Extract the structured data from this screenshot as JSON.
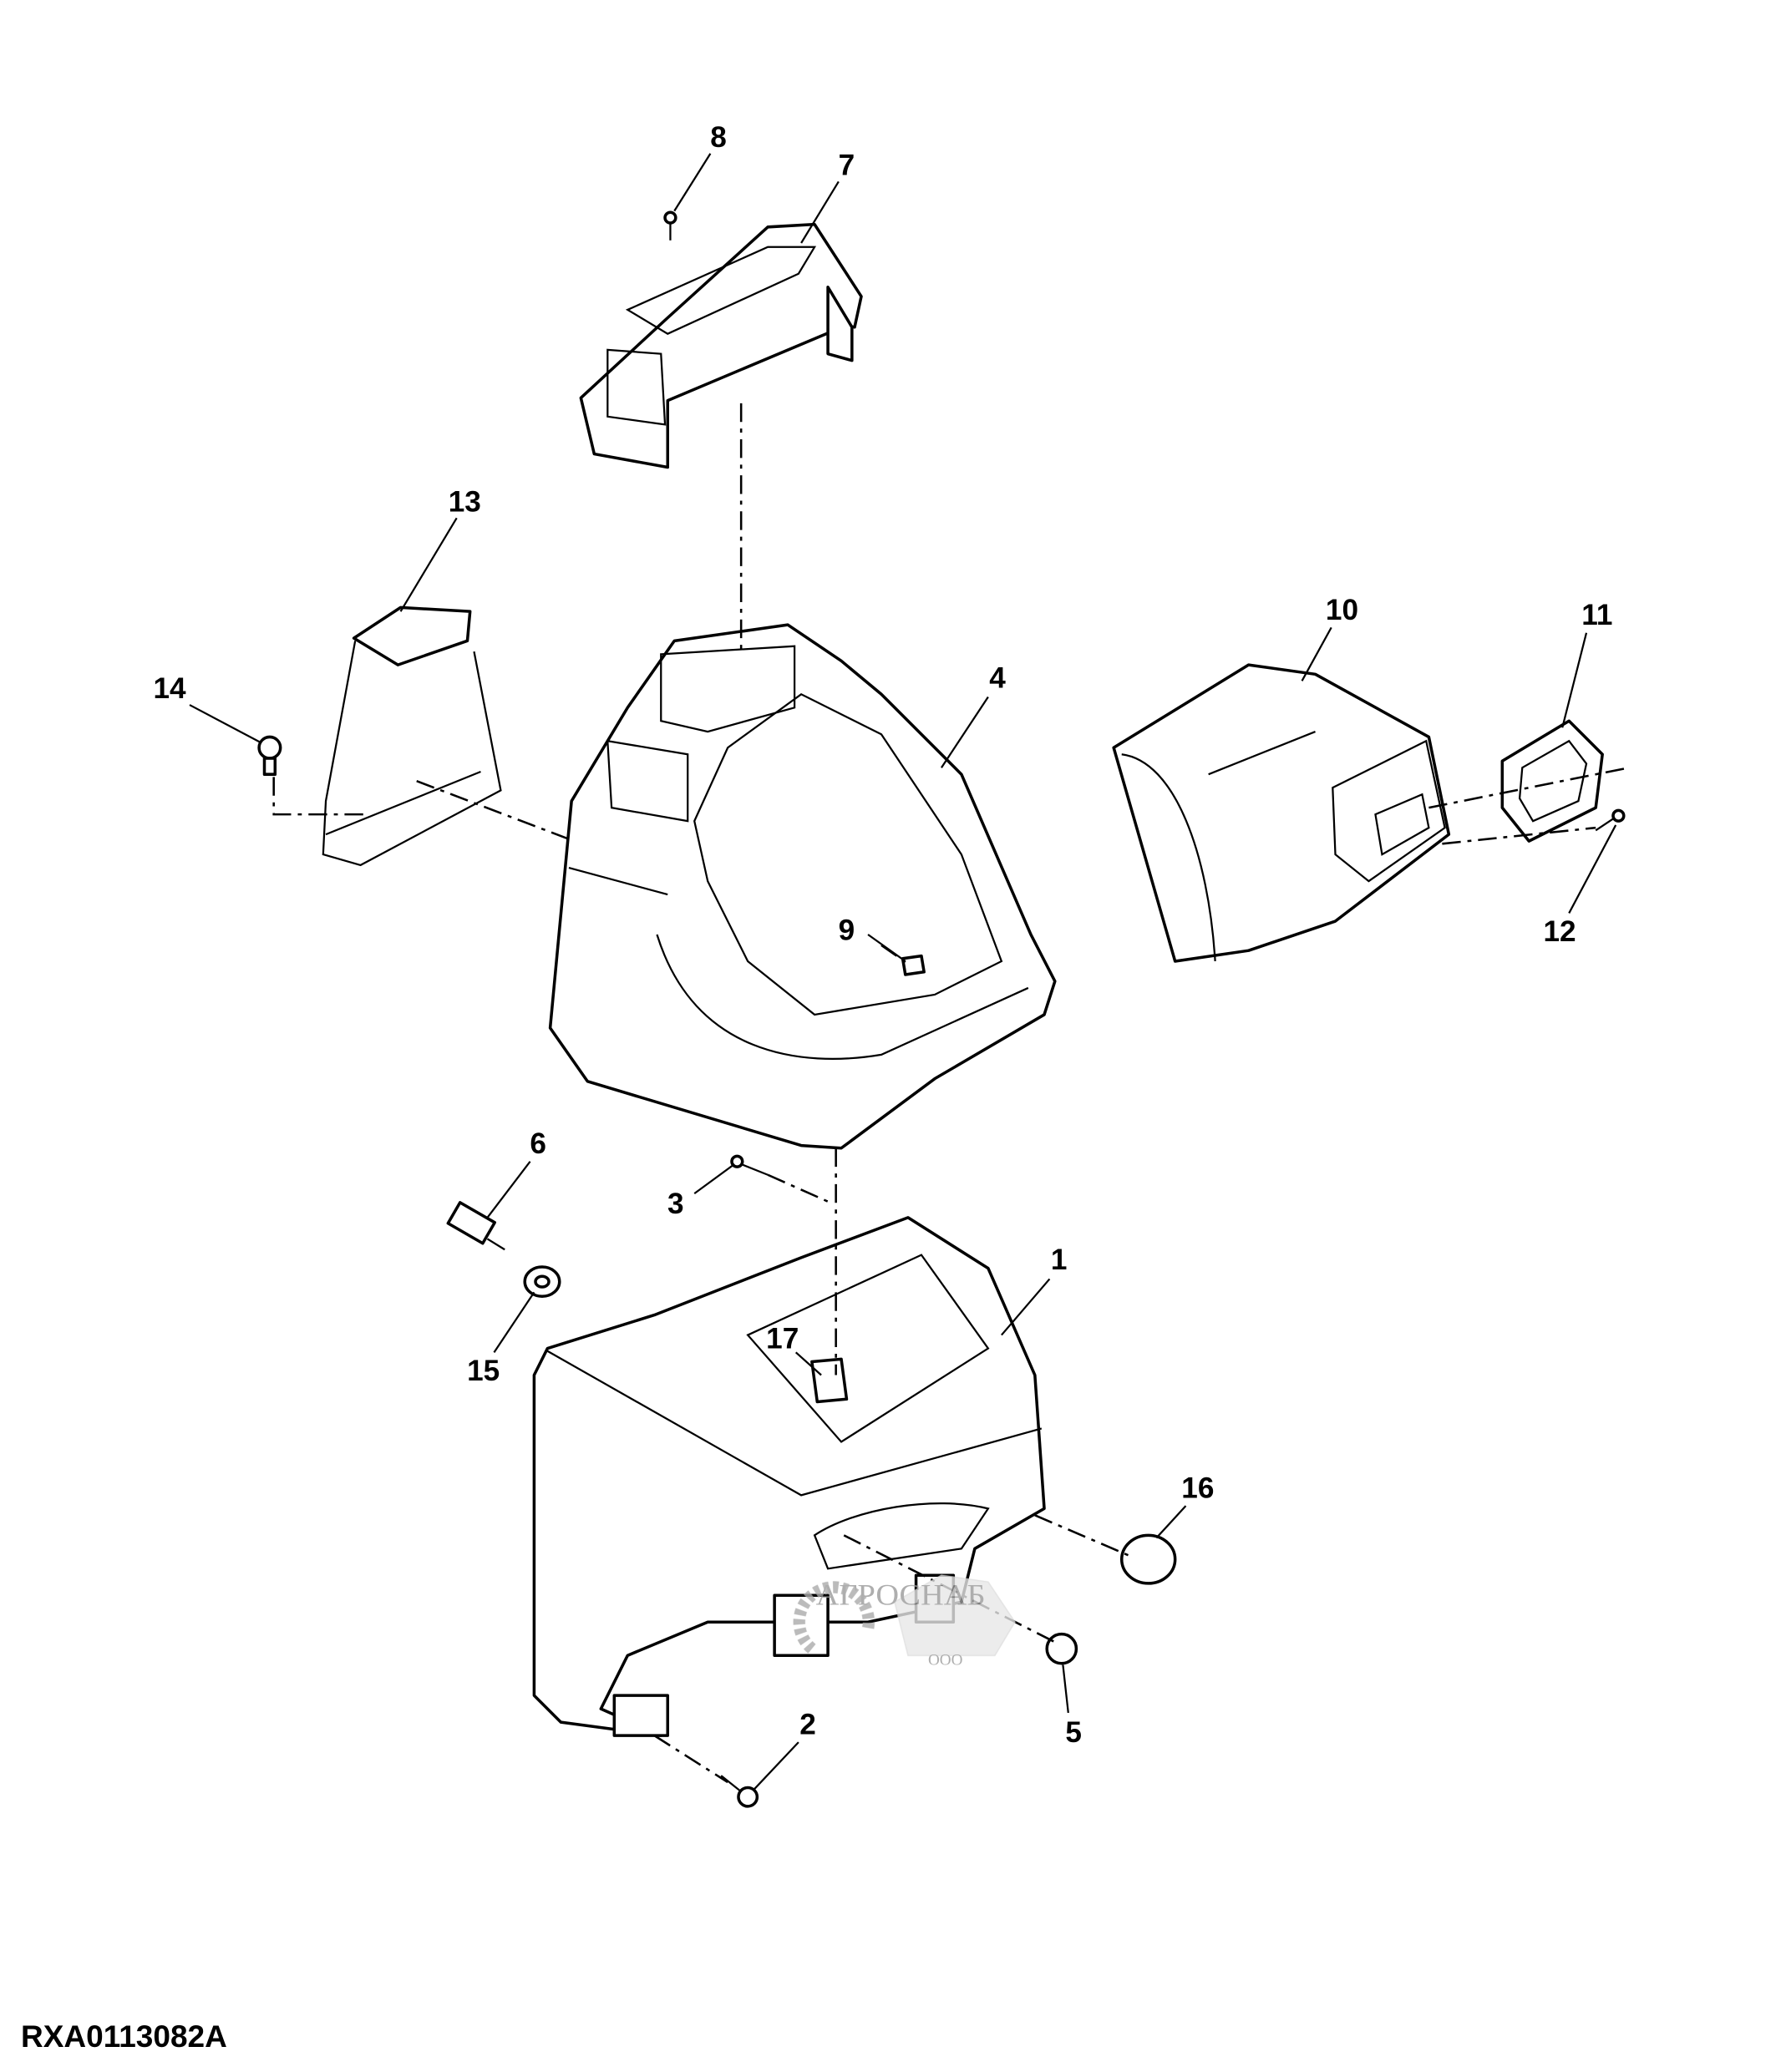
{
  "figure_code": "RXA0113082A",
  "watermark": {
    "company_prefix": "ООО",
    "company_name": "АГРОСНАБ"
  },
  "callouts": [
    {
      "id": "1",
      "label": "1"
    },
    {
      "id": "2",
      "label": "2"
    },
    {
      "id": "3",
      "label": "3"
    },
    {
      "id": "4",
      "label": "4"
    },
    {
      "id": "5",
      "label": "5"
    },
    {
      "id": "6",
      "label": "6"
    },
    {
      "id": "7",
      "label": "7"
    },
    {
      "id": "8",
      "label": "8"
    },
    {
      "id": "9",
      "label": "9"
    },
    {
      "id": "10",
      "label": "10"
    },
    {
      "id": "11",
      "label": "11"
    },
    {
      "id": "12",
      "label": "12"
    },
    {
      "id": "13",
      "label": "13"
    },
    {
      "id": "14",
      "label": "14"
    },
    {
      "id": "15",
      "label": "15"
    },
    {
      "id": "16",
      "label": "16"
    },
    {
      "id": "17",
      "label": "17"
    }
  ]
}
